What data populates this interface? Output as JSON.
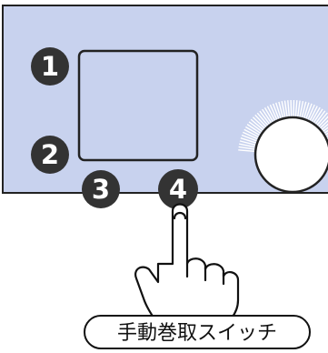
{
  "markers": [
    "1",
    "2",
    "3",
    "4"
  ],
  "callout": {
    "label": "手動巻取スイッチ"
  },
  "colors": {
    "panel": "#c8d2ee",
    "outline": "#222222",
    "marker_fill": "#333333",
    "marker_text": "#ffffff",
    "display": "#c8d2ee",
    "knob_hatch": "#ffffff",
    "knob_ring": "#222222"
  },
  "icons": {
    "hand": "pointing-hand-icon",
    "knob": "rotary-dial-icon"
  }
}
